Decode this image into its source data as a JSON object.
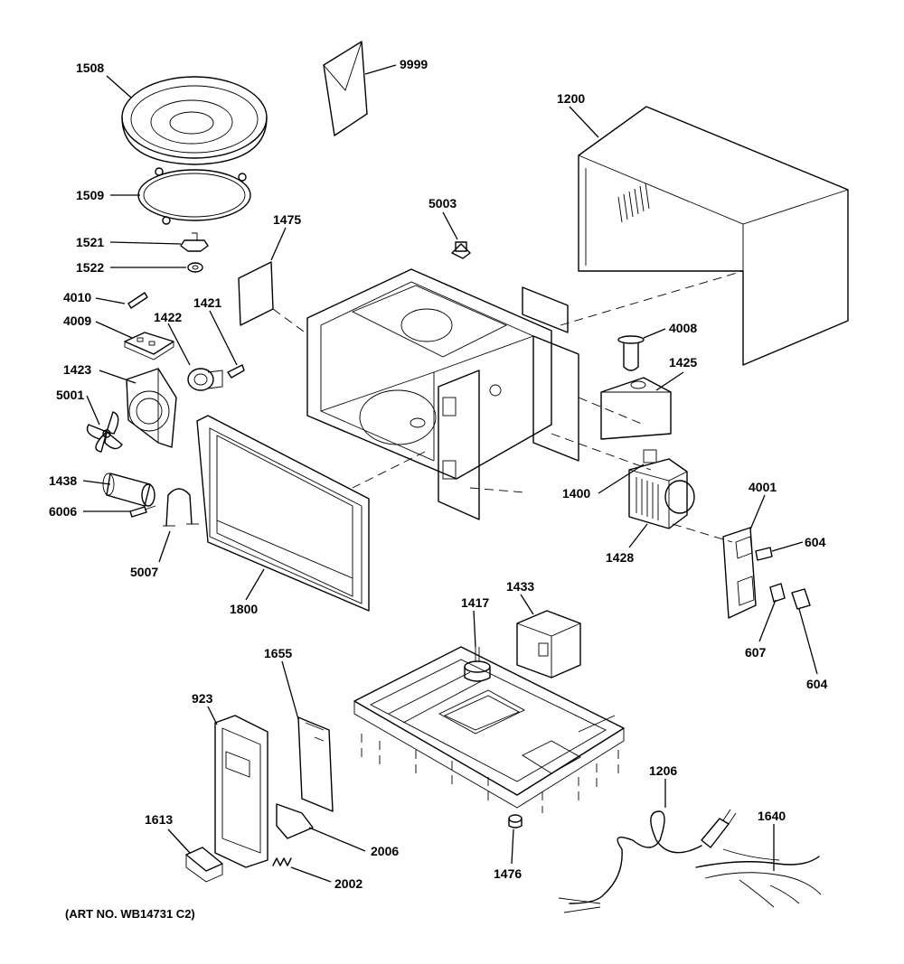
{
  "diagram": {
    "art_number": "(ART NO. WB14731 C2)",
    "labels": {
      "p1508": "1508",
      "p9999": "9999",
      "p1200": "1200",
      "p1509": "1509",
      "p5003": "5003",
      "p1475": "1475",
      "p1521": "1521",
      "p1522": "1522",
      "p4010": "4010",
      "p1421": "1421",
      "p4009": "4009",
      "p1422": "1422",
      "p4008": "4008",
      "p1423": "1423",
      "p1425": "1425",
      "p5001": "5001",
      "p1438": "1438",
      "p1400": "1400",
      "p4001": "4001",
      "p6006": "6006",
      "p604a": "604",
      "p5007": "5007",
      "p1428": "1428",
      "p1800": "1800",
      "p1433": "1433",
      "p1417": "1417",
      "p607": "607",
      "p604b": "604",
      "p1655": "1655",
      "p923": "923",
      "p1206": "1206",
      "p1613": "1613",
      "p1640": "1640",
      "p2006": "2006",
      "p1476": "1476",
      "p2002": "2002"
    }
  }
}
